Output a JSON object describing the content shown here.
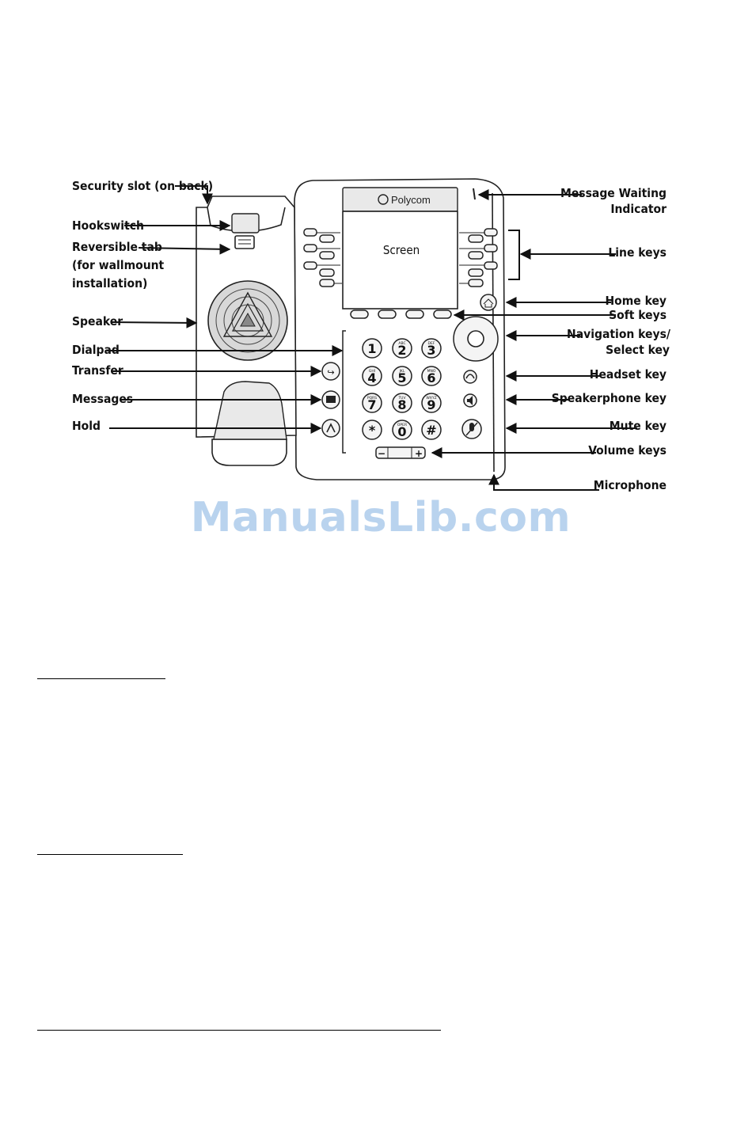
{
  "labels": {
    "security_slot": "Security slot (on back)",
    "hookswitch": "Hookswitch",
    "reversible_tab_1": "Reversible tab",
    "reversible_tab_2": "(for wallmount",
    "reversible_tab_3": "installation)",
    "speaker": "Speaker",
    "dialpad": "Dialpad",
    "transfer": "Transfer",
    "messages": "Messages",
    "hold": "Hold",
    "message_waiting_1": "Message Waiting",
    "message_waiting_2": "Indicator",
    "line_keys": "Line keys",
    "home_key": "Home key",
    "soft_keys": "Soft keys",
    "navigation_1": "Navigation keys/",
    "navigation_2": "Select key",
    "headset_key": "Headset key",
    "speakerphone_key": "Speakerphone key",
    "mute_key": "Mute key",
    "volume_keys": "Volume keys",
    "microphone": "Microphone"
  },
  "phone": {
    "brand": "Polycom",
    "screen_text": "Screen",
    "keypad": [
      {
        "num": "1",
        "sub": ""
      },
      {
        "num": "2",
        "sub": "ABC"
      },
      {
        "num": "3",
        "sub": "DEF"
      },
      {
        "num": "4",
        "sub": "GHI"
      },
      {
        "num": "5",
        "sub": "JKL"
      },
      {
        "num": "6",
        "sub": "MNO"
      },
      {
        "num": "7",
        "sub": "PQRS"
      },
      {
        "num": "8",
        "sub": "TUV"
      },
      {
        "num": "9",
        "sub": "WXYZ"
      },
      {
        "num": "*",
        "sub": ""
      },
      {
        "num": "0",
        "sub": "OPER"
      },
      {
        "num": "#",
        "sub": ""
      }
    ],
    "volume_minus": "−",
    "volume_plus": "+"
  },
  "watermark": "ManualsLib.com"
}
